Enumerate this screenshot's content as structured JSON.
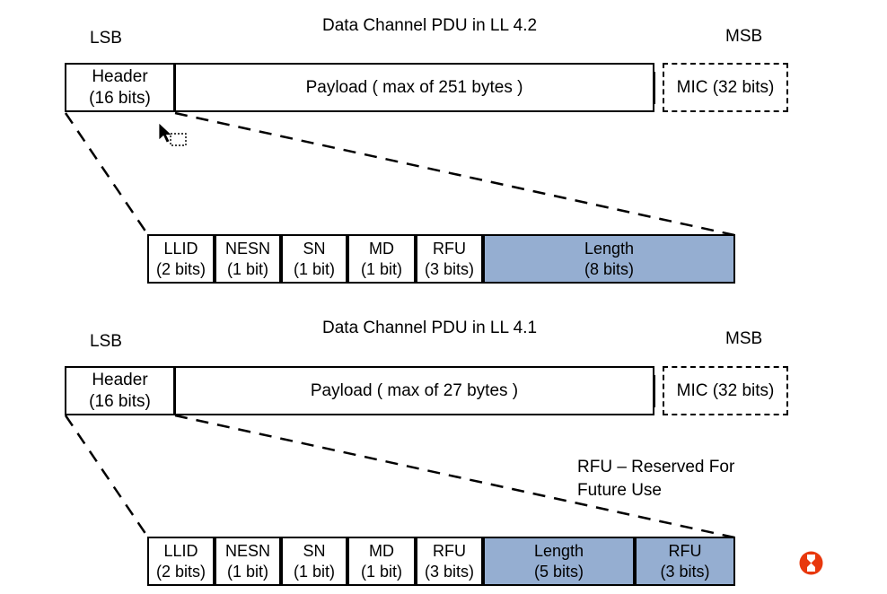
{
  "diagram": {
    "title_top": "Data Channel PDU in  LL 4.2",
    "title_bottom": "Data Channel PDU in  LL 4.1",
    "lsb_label": "LSB",
    "msb_label": "MSB",
    "note": {
      "line1": "RFU – Reserved For",
      "line2": "Future Use"
    },
    "fill_color": "#95aed1",
    "logo_color": "#e8380d"
  },
  "pdu_42": {
    "header": {
      "name": "Header",
      "bits": "(16 bits)"
    },
    "payload": {
      "text": "Payload  ( max of 251 bytes )"
    },
    "mic": {
      "text": "MIC (32 bits)"
    },
    "header_fields": [
      {
        "name": "LLID",
        "bits": "(2 bits)",
        "filled": false
      },
      {
        "name": "NESN",
        "bits": "(1 bit)",
        "filled": false
      },
      {
        "name": "SN",
        "bits": "(1 bit)",
        "filled": false
      },
      {
        "name": "MD",
        "bits": "(1 bit)",
        "filled": false
      },
      {
        "name": "RFU",
        "bits": "(3 bits)",
        "filled": false
      },
      {
        "name": "Length",
        "bits": "(8 bits)",
        "filled": true
      }
    ]
  },
  "pdu_41": {
    "header": {
      "name": "Header",
      "bits": "(16 bits)"
    },
    "payload": {
      "text": "Payload  ( max of 27 bytes )"
    },
    "mic": {
      "text": "MIC (32 bits)"
    },
    "header_fields": [
      {
        "name": "LLID",
        "bits": "(2 bits)",
        "filled": false
      },
      {
        "name": "NESN",
        "bits": "(1 bit)",
        "filled": false
      },
      {
        "name": "SN",
        "bits": "(1 bit)",
        "filled": false
      },
      {
        "name": "MD",
        "bits": "(1 bit)",
        "filled": false
      },
      {
        "name": "RFU",
        "bits": "(3 bits)",
        "filled": false
      },
      {
        "name": "Length",
        "bits": "(5 bits)",
        "filled": true
      },
      {
        "name": "RFU",
        "bits": "(3 bits)",
        "filled": true
      }
    ]
  }
}
